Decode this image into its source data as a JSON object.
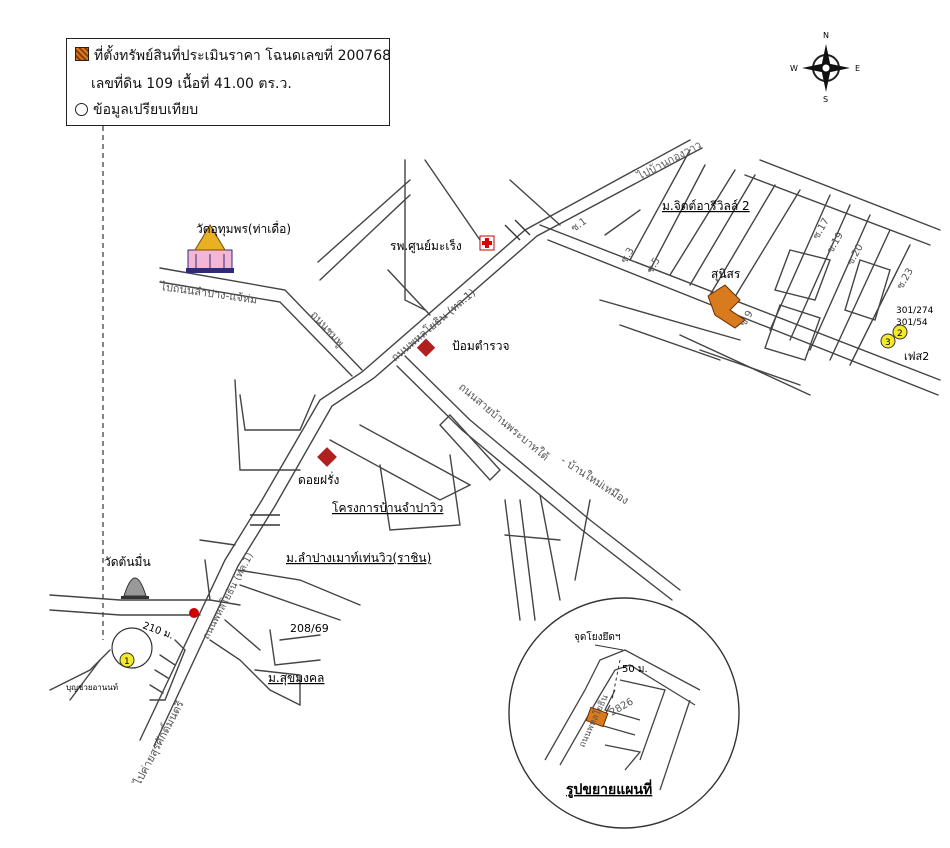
{
  "legend": {
    "subject_line1": "ที่ตั้งทรัพย์สินที่ประเมินราคา โฉนดเลขที่ 200768",
    "subject_line2": "เลขที่ดิน 109  เนื้อที่  41.00 ตร.ว.",
    "comparable": "ข้อมูลเปรียบเทียบ"
  },
  "compass": {
    "n": "N",
    "s": "S",
    "e": "E",
    "w": "W"
  },
  "labels": {
    "to_kawalao": "ไปบ้านกองวาว",
    "jitra_villa": "ม.จิตต์อารีวิลล์ 2",
    "wat_tha": "วัดอุทุมพร(ท่าเดื่อ)",
    "hospital": "รพ.ศูนย์มะเร็ง",
    "road_lampang": "ไปถนนลำปาง-แจ้ห่ม",
    "road_main": "ถนนพหลโยธิน (ทล.1)",
    "road_small": "ถนนชมพู",
    "police": "ป้อมตำรวจ",
    "road_south": "ถนนสายบ้านพระบาทใต้",
    "ban_mai": "- บ้านใหม่เหมือง",
    "doi_fang": "ดอยฝรั่ง",
    "project": "โครงการบ้านจำปาวิว",
    "sunisa": "สุนิสร",
    "lampang_mansion": "ม.ลำปางเมาท์เท่นวิว(ราชิน)",
    "wat_ton_muen": "วัดต้นมื่น",
    "dist_210": "210 ม.",
    "num_208": "208/69",
    "sukmongkol": "ม.สุขมงคล",
    "to_surasak": "ไปค่ายสุรศักดิ์มนตรี",
    "road_main2": "ถนนพหลโยธิน (ทล.1)",
    "soi_ban": "บุญช่วยอานนท์",
    "soi1": "ซ.1",
    "soi3": "ซ.3",
    "soi5": "ซ.5",
    "soi9": "ซ.9",
    "soi17": "ซ.17",
    "soi19": "ซ.19",
    "soi20": "ซ.20",
    "soi23": "ซ.23",
    "num_301_274": "301/274",
    "num_301_54": "301/54",
    "phase2": "เฟส2",
    "comp1": "1",
    "comp2": "2",
    "comp3": "3",
    "inset_start": "จุดโยงยึดฯ",
    "inset_dist": "50 ม.",
    "inset_num": "2826",
    "inset_road": "ถนนพหลโยธิน",
    "inset_title": "รูปขยายแผนที่"
  }
}
